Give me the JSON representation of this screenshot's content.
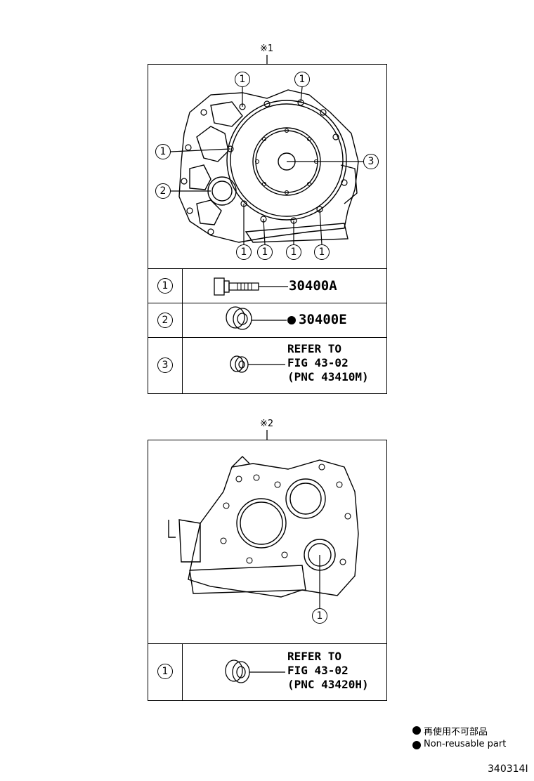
{
  "section1": {
    "marker": "※1",
    "callouts": [
      "1",
      "1",
      "1",
      "2",
      "3",
      "1",
      "1",
      "1",
      "1"
    ],
    "rows": [
      {
        "num": "1",
        "part": "30400A"
      },
      {
        "num": "2",
        "part": "30400E"
      },
      {
        "num": "3",
        "refer": "REFER TO\nFIG 43-02\n(PNC 43410M)"
      }
    ]
  },
  "section2": {
    "marker": "※2",
    "callouts": [
      "1"
    ],
    "rows": [
      {
        "num": "1",
        "refer": "REFER TO\nFIG 43-02\n(PNC 43420H)"
      }
    ]
  },
  "legend": {
    "japanese": "再使用不可部品",
    "english": "Non-reusable part"
  },
  "figure_id": "340314I"
}
